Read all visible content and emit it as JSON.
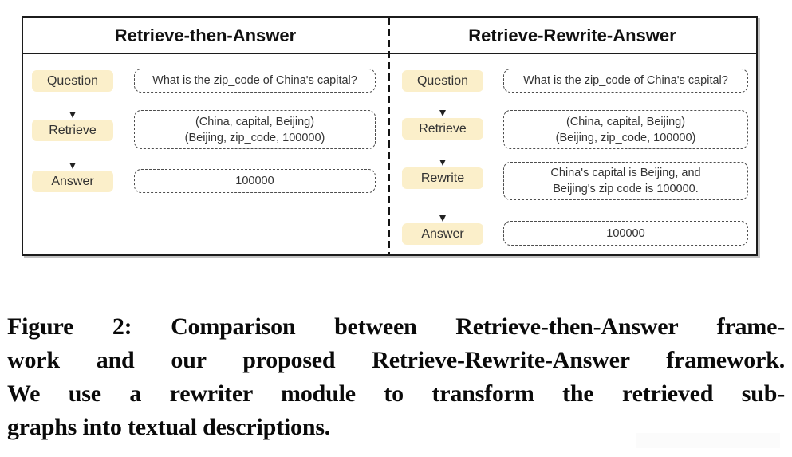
{
  "colors": {
    "page_bg": "#ffffff",
    "frame_border": "#1c1c1c",
    "frame_shadow": "#c2c2c2",
    "divider": "#141414",
    "step_fill": "#fbefca",
    "step_text": "#333333",
    "dashed_border": "#4d4d4d",
    "dashed_text": "#333333",
    "arrow": "#222222",
    "title_text": "#111111",
    "caption_text": "#0a0a0a",
    "artifact_fill": "#fbfbfb"
  },
  "diagram": {
    "left": {
      "title": "Retrieve-then-Answer",
      "steps": [
        {
          "label": "Question",
          "lines": [
            "What is the zip_code of China's capital?"
          ]
        },
        {
          "label": "Retrieve",
          "lines": [
            "(China, capital, Beijing)",
            "(Beijing, zip_code, 100000)"
          ]
        },
        {
          "label": "Answer",
          "lines": [
            "100000"
          ]
        }
      ]
    },
    "right": {
      "title": "Retrieve-Rewrite-Answer",
      "steps": [
        {
          "label": "Question",
          "lines": [
            "What is the zip_code of China's capital?"
          ]
        },
        {
          "label": "Retrieve",
          "lines": [
            "(China, capital, Beijing)",
            "(Beijing, zip_code, 100000)"
          ]
        },
        {
          "label": "Rewrite",
          "lines": [
            "China's capital is Beijing, and",
            "Beijing's zip code is 100000."
          ]
        },
        {
          "label": "Answer",
          "lines": [
            "100000"
          ]
        }
      ]
    }
  },
  "caption": {
    "lines": [
      "Figure 2: Comparison between Retrieve-then-Answer frame-",
      "work and our proposed Retrieve-Rewrite-Answer framework.",
      "We use a rewriter module to transform the retrieved sub-",
      "graphs into textual descriptions."
    ]
  }
}
